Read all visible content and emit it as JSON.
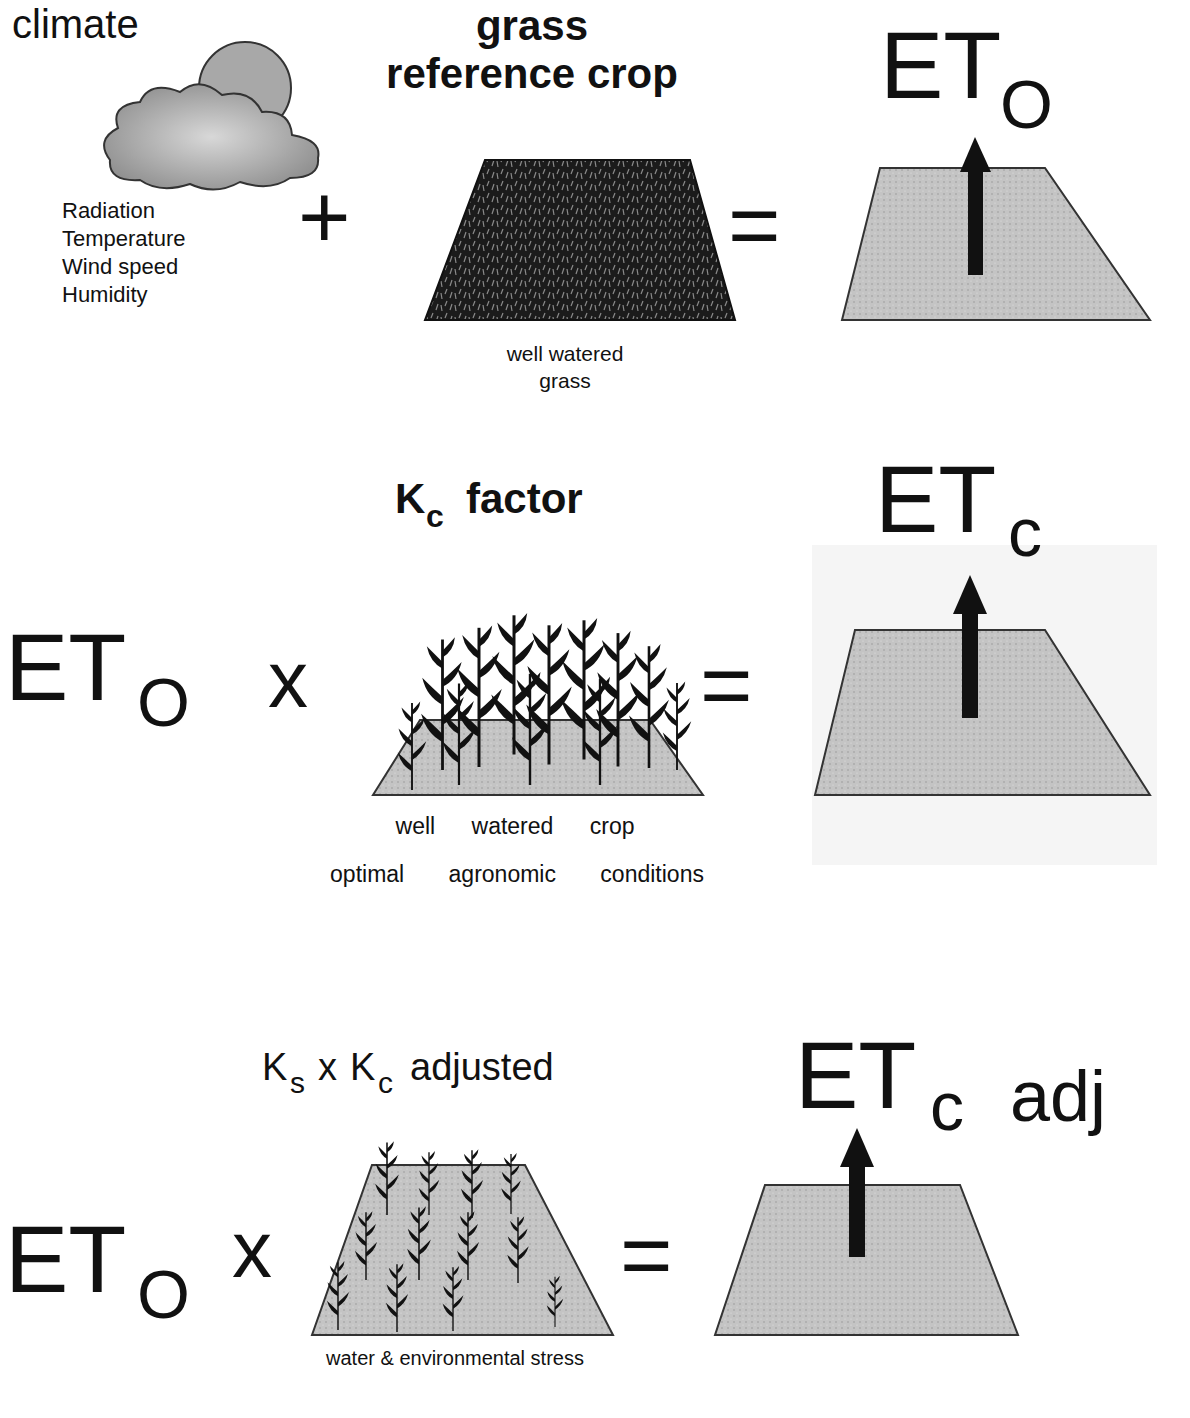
{
  "diagram": {
    "labels": [
      "climate",
      "Radiation",
      "Temperature",
      "Wind speed",
      "Humidity",
      "+",
      "grass reference crop",
      "well watered grass",
      "=",
      "ET",
      "O",
      "K",
      "c",
      "factor",
      "ET",
      "c",
      "ET",
      "O",
      "x",
      "=",
      "well watered crop",
      "optimal agronomic conditions",
      "K",
      "s",
      "x",
      "K",
      "c",
      "adjusted",
      "ET",
      "c",
      "adj",
      "ET",
      "O",
      "x",
      "=",
      "water & environmental stress"
    ]
  }
}
